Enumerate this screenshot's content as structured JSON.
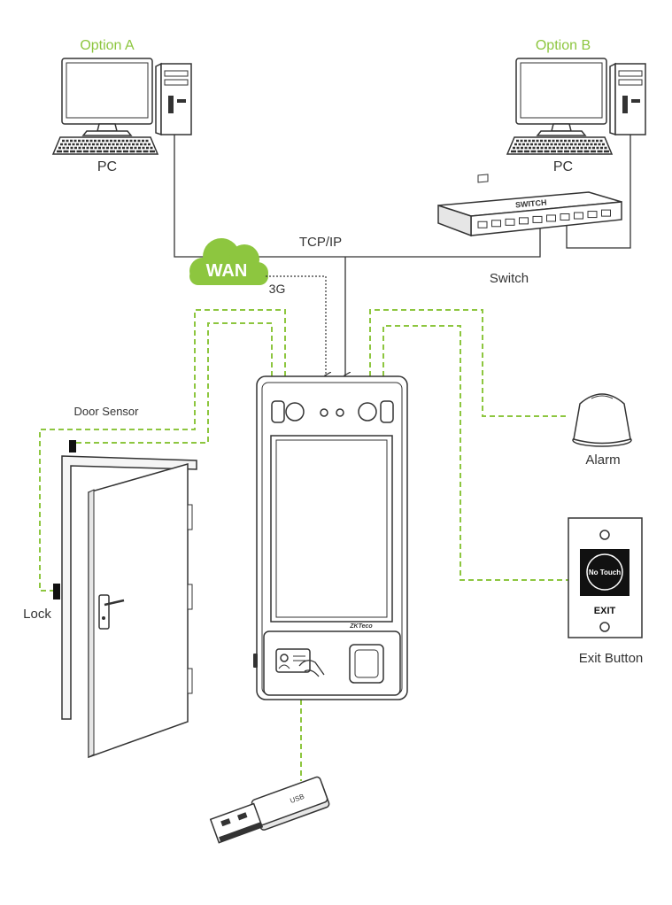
{
  "diagram": {
    "option_a": {
      "label": "Option A",
      "pc_label": "PC"
    },
    "option_b": {
      "label": "Option B",
      "pc_label": "PC"
    },
    "network": {
      "tcpip_label": "TCP/IP",
      "wan_label": "WAN",
      "mobile_label": "3G"
    },
    "switch": {
      "label": "Switch",
      "device_print": "SWITCH"
    },
    "device": {
      "logo": "ZKTeco"
    },
    "door": {
      "sensor_label": "Door Sensor",
      "lock_label": "Lock"
    },
    "alarm": {
      "label": "Alarm"
    },
    "exit_button": {
      "label": "Exit Button",
      "face_text": "No Touch",
      "exit_text": "EXIT"
    },
    "usb": {
      "print": "USB"
    },
    "colors": {
      "accent": "#8dc63f",
      "line": "#333333"
    }
  }
}
